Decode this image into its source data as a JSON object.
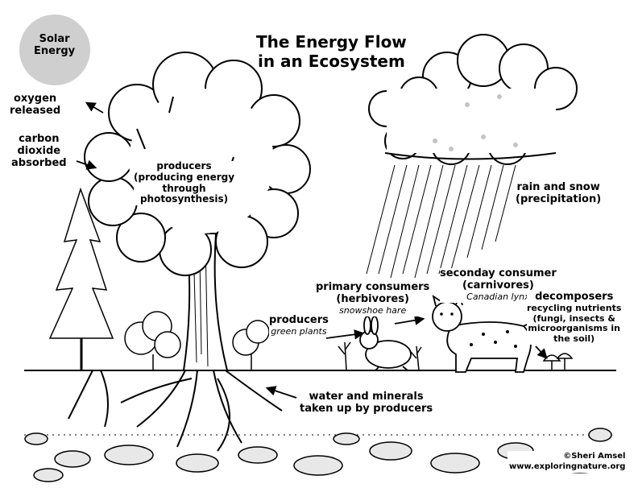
{
  "title": {
    "line1": "The Energy Flow",
    "line2": "in an Ecosystem"
  },
  "sun": {
    "line1": "Solar",
    "line2": "Energy",
    "color": "#cfcfcf"
  },
  "labels": {
    "oxygen": {
      "line1": "oxygen",
      "line2": "released"
    },
    "carbon": {
      "line1": "carbon",
      "line2": "dioxide",
      "line3": "absorbed"
    },
    "tree_producers": {
      "line1": "producers",
      "line2": "(producing energy",
      "line3": "through",
      "line4": "photosynthesis)"
    },
    "rain": {
      "line1": "rain and snow",
      "line2": "(precipitation)"
    },
    "primary": {
      "line1": "primary consumers",
      "line2": "(herbivores)",
      "example": "snowshoe hare"
    },
    "secondary": {
      "line1": "seconday consumer",
      "line2": "(carnivores)",
      "example": "Canadian lynx"
    },
    "plant_producers": {
      "line1": "producers",
      "example": "green plants"
    },
    "decomposers": {
      "line1": "decomposers",
      "line2": "recycling nutrients",
      "line3": "(fungi, insects &",
      "line4": "microorganisms in",
      "line5": "the soil)"
    },
    "water": {
      "line1": "water and minerals",
      "line2": "taken up by producers"
    }
  },
  "credit": {
    "author": "©Sheri Amsel",
    "site": "www.exploringnature.org"
  },
  "icons": [
    "sun-icon",
    "tree-icon",
    "pine-tree-icon",
    "cloud-icon",
    "rain-icon",
    "hare-icon",
    "lynx-icon",
    "mushroom-icon",
    "arrow-icon"
  ]
}
